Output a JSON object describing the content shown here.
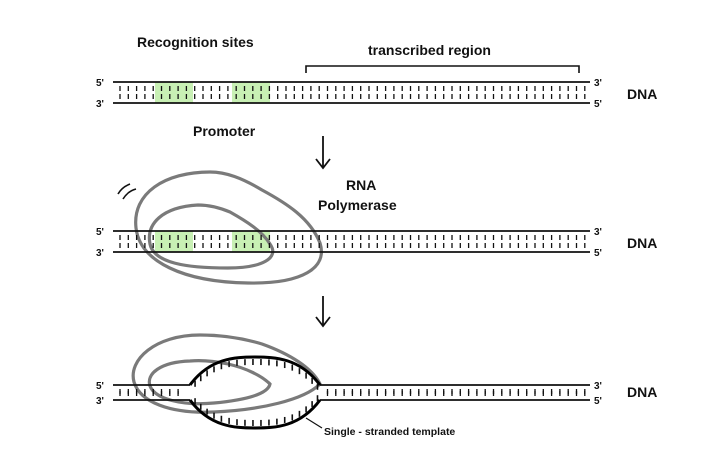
{
  "labels": {
    "recognition_sites": "Recognition sites",
    "transcribed_region": "transcribed region",
    "promoter": "Promoter",
    "rna_polymerase_line1": "RNA",
    "rna_polymerase_line2": "Polymerase",
    "single_stranded_template": "Single - stranded template",
    "dna": "DNA"
  },
  "strand_ends": {
    "five_prime": "5'",
    "three_prime": "3'"
  },
  "colors": {
    "strand": "#111111",
    "recognition_site": "#c8f0b4",
    "polymerase": "#7a7a7a",
    "bubble": "#000000"
  }
}
